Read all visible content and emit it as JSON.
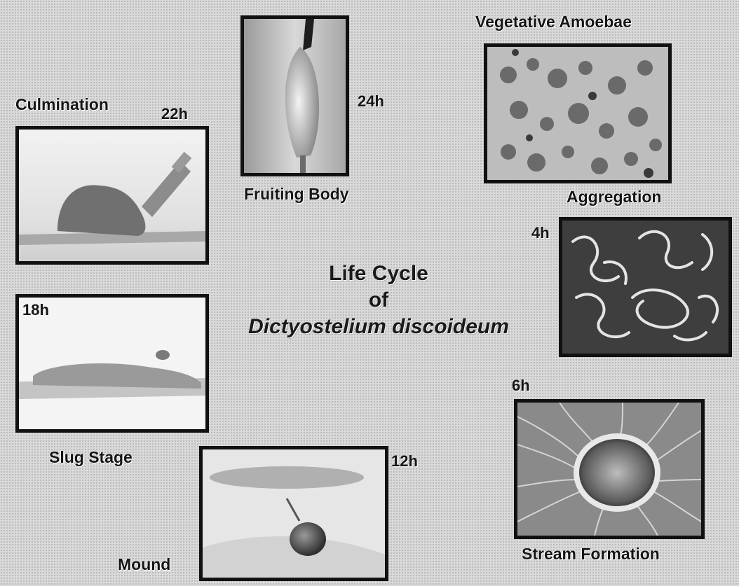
{
  "title": {
    "line1": "Life Cycle",
    "line2": "of",
    "line3": "Dictyostelium discoideum"
  },
  "stages": {
    "vegetative": {
      "name": "Vegetative Amoebae"
    },
    "aggregation": {
      "name": "Aggregation",
      "time": "4h"
    },
    "stream": {
      "name": "Stream Formation",
      "time": "6h"
    },
    "mound": {
      "name": "Mound",
      "time": "12h"
    },
    "slug": {
      "name": "Slug Stage",
      "time": "18h"
    },
    "culmination": {
      "name": "Culmination",
      "time": "22h"
    },
    "fruiting": {
      "name": "Fruiting Body",
      "time": "24h"
    }
  }
}
